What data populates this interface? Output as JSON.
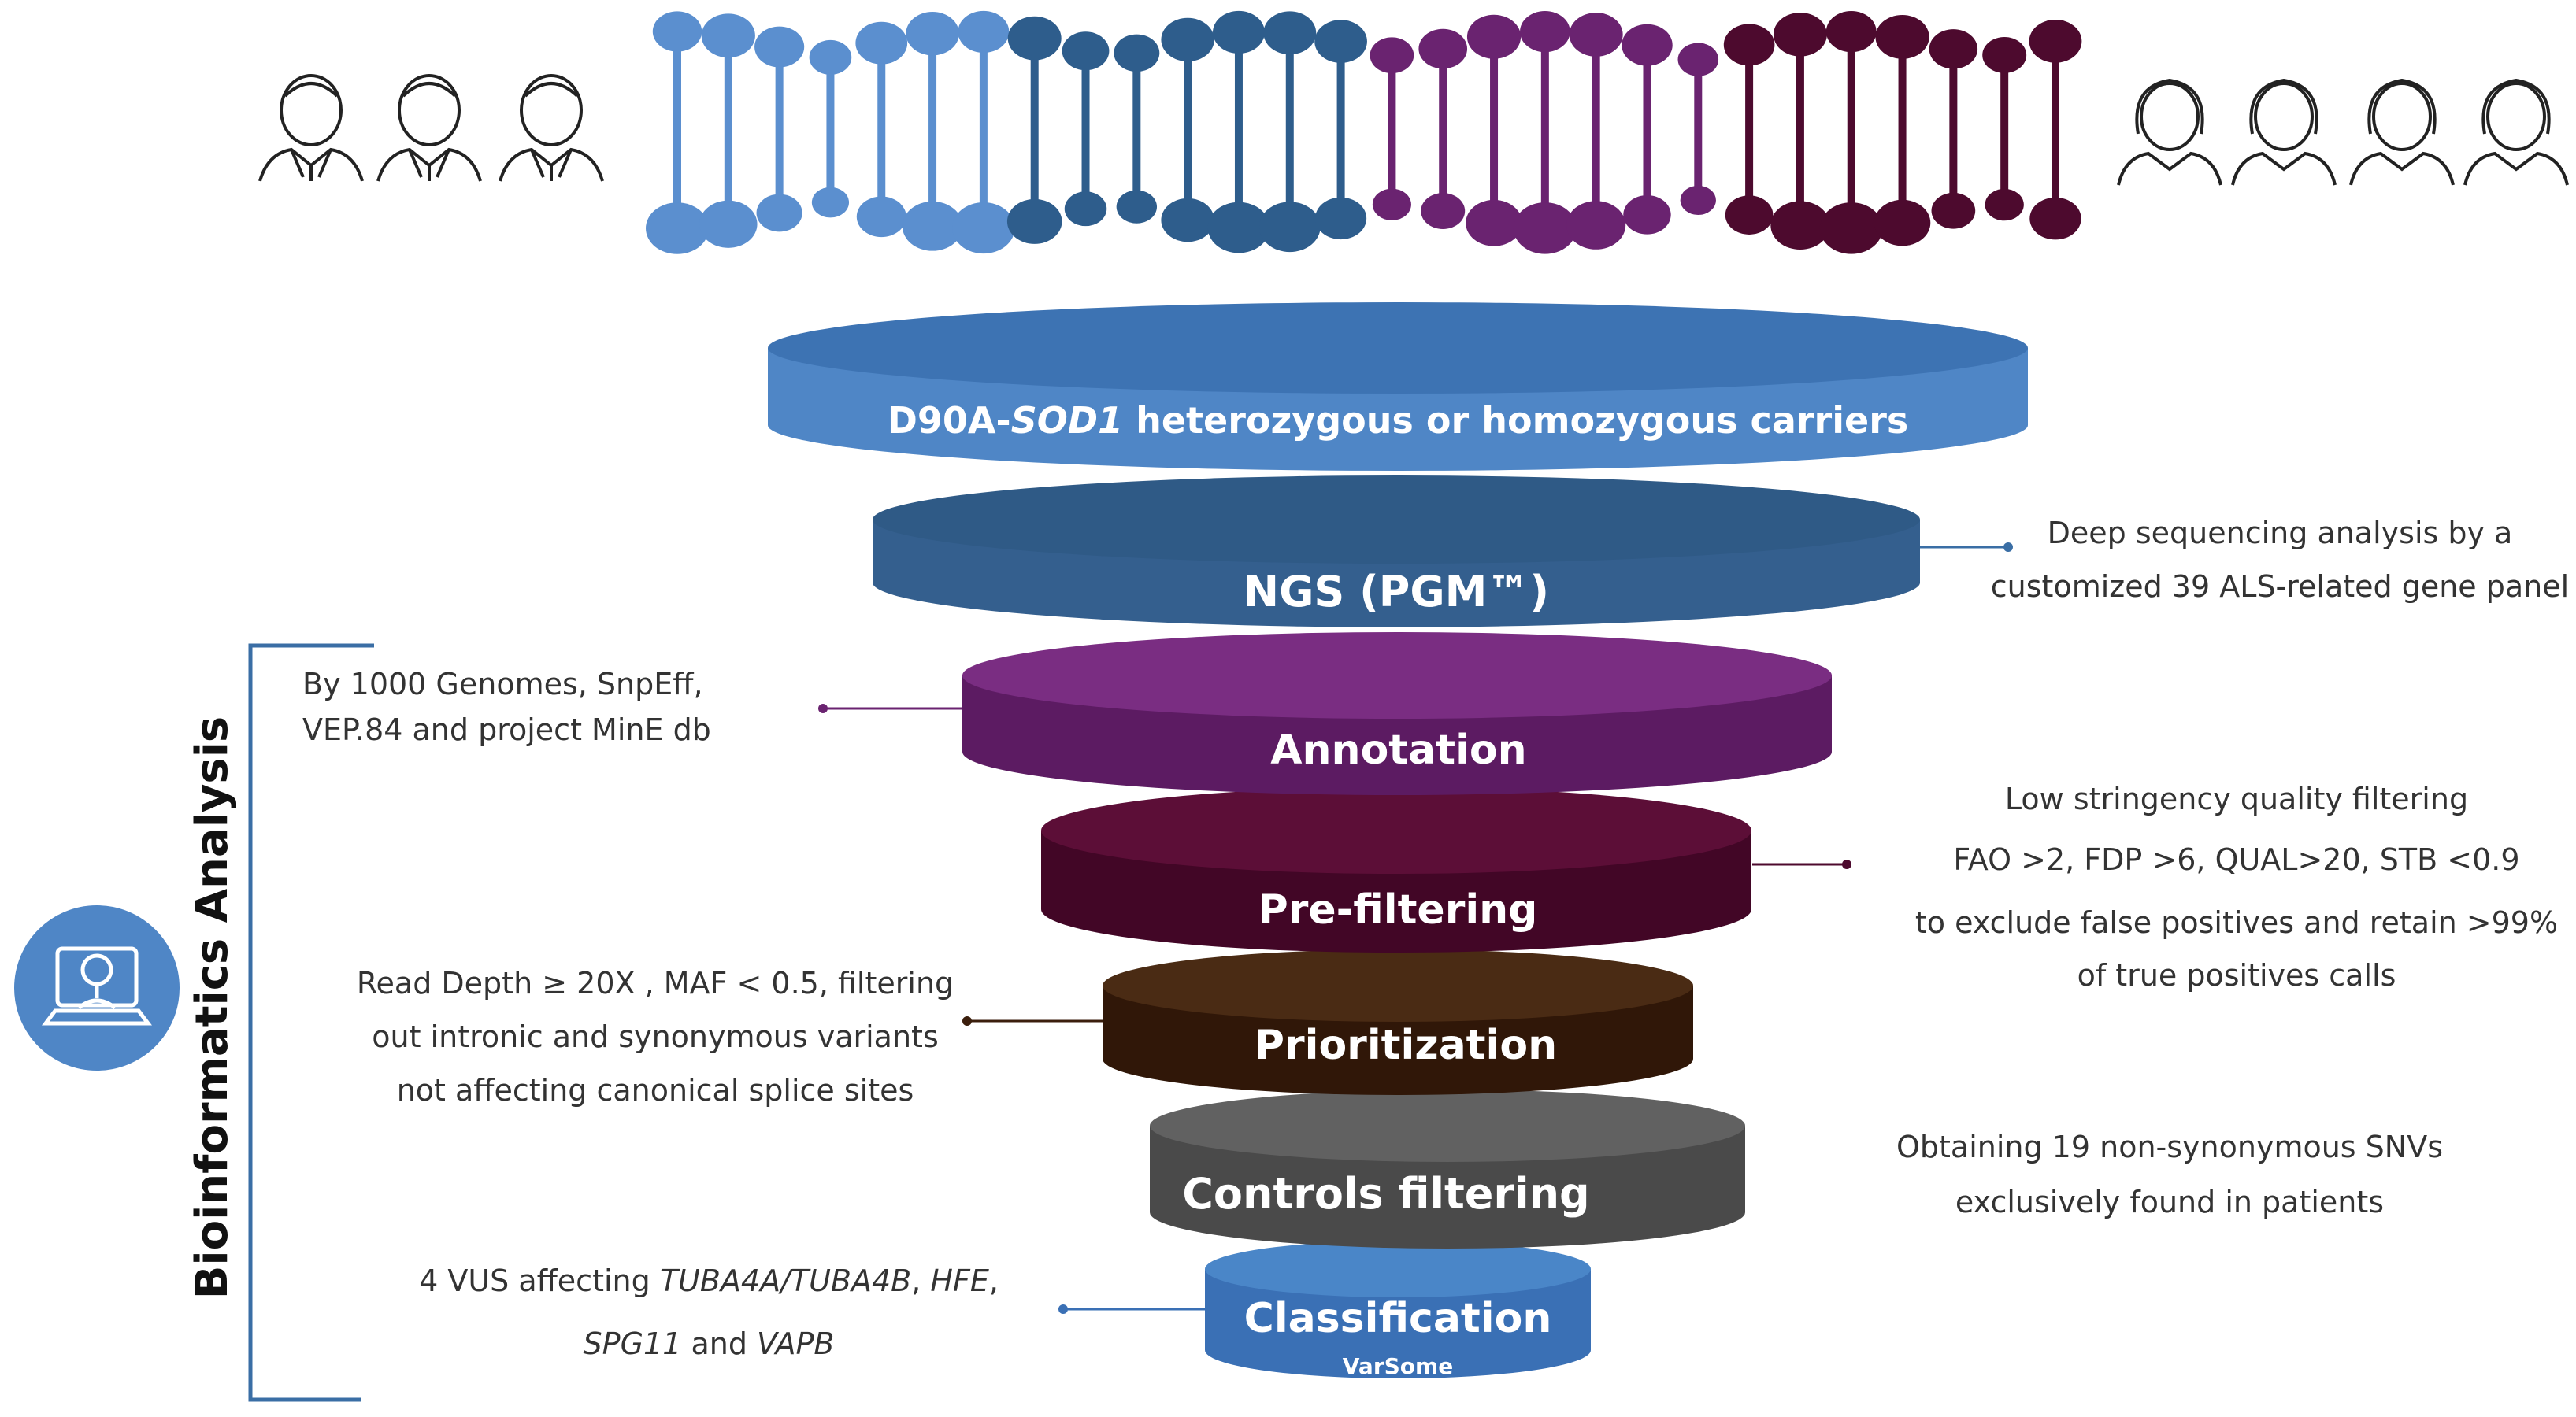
{
  "pipeline": {
    "stages": [
      {
        "label": "D90A-",
        "label_italic": "SOD1",
        "label_rest": " heterozygous or homozygous carriers",
        "color": "#4f86c6"
      },
      {
        "label": "NGS (PGM™)",
        "color": "#3a6ea5"
      },
      {
        "label": "Annotation",
        "color": "#6a2370"
      },
      {
        "label": "Pre-filtering",
        "color": "#4d0a2e"
      },
      {
        "label": "Prioritization",
        "color": "#3b1e0c"
      },
      {
        "label": "Controls filtering",
        "color": "#4f4f4f"
      },
      {
        "label": "Classification",
        "sublabel": "VarSome",
        "color": "#3a70b5"
      }
    ]
  },
  "notes": {
    "ngs": [
      "Deep sequencing analysis by a",
      "customized 39 ALS-related gene panel"
    ],
    "annotation": [
      "By 1000 Genomes, SnpEff,",
      "VEP.84 and project MinE db"
    ],
    "prefilter": [
      "Low stringency quality filtering",
      "FAO >2, FDP >6, QUAL>20, STB <0.9",
      "to exclude false positives and retain >99%",
      "of true positives calls"
    ],
    "prioritization": [
      "Read Depth ≥ 20X , MAF < 0.5, filtering",
      "out intronic and synonymous variants",
      "not affecting canonical splice sites"
    ],
    "controls": [
      "Obtaining 19 non-synonymous SNVs",
      "exclusively found in patients"
    ],
    "classification": {
      "line1_prefix": "4 VUS affecting ",
      "line1_italic1": "TUBA4A/TUBA4B",
      "line1_sep": ", ",
      "line1_italic2": "HFE",
      "line1_suffix": ",",
      "line2_italic1": "SPG11",
      "line2_mid": " and ",
      "line2_italic2": "VAPB"
    }
  },
  "sidebar": {
    "label": "Bioinformatics Analysis",
    "icon": "laptop-search-icon",
    "icon_color": "#4f86c6"
  },
  "people": {
    "male_count": 3,
    "female_count": 4,
    "icons": [
      "male-person-icon",
      "female-person-icon"
    ]
  },
  "dna": {
    "colors": [
      "#5b8fcf",
      "#2e5d8c",
      "#6a2370",
      "#4d0a2e"
    ]
  }
}
